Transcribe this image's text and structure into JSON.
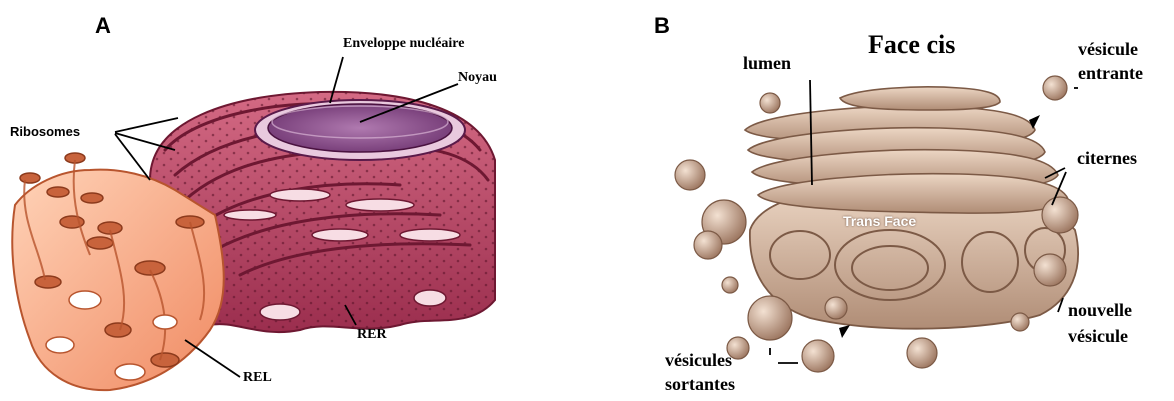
{
  "panel_a": {
    "letter": "A",
    "labels": {
      "envelope": "Enveloppe nucléaire",
      "nucleus": "Noyau",
      "ribosomes": "Ribosomes",
      "rer": "RER",
      "rel": "REL"
    },
    "colors": {
      "rer": "#b8405e",
      "rer_dark": "#7a1f3c",
      "rel": "#f4a07a",
      "nucleus": "#8a4a86"
    }
  },
  "panel_b": {
    "letter": "B",
    "labels": {
      "face_cis": "Face cis",
      "lumen": "lumen",
      "vesicle_in_1": "vésicule",
      "vesicle_in_2": "entrante",
      "cisternae": "citernes",
      "trans_face": "Trans Face",
      "new_vesicle_1": "nouvelle",
      "new_vesicle_2": "vésicule",
      "vesicles_out_1": "vésicules",
      "vesicles_out_2": "sortantes"
    },
    "colors": {
      "golgi": "#d2b29c",
      "golgi_dark": "#8e6a55"
    }
  }
}
